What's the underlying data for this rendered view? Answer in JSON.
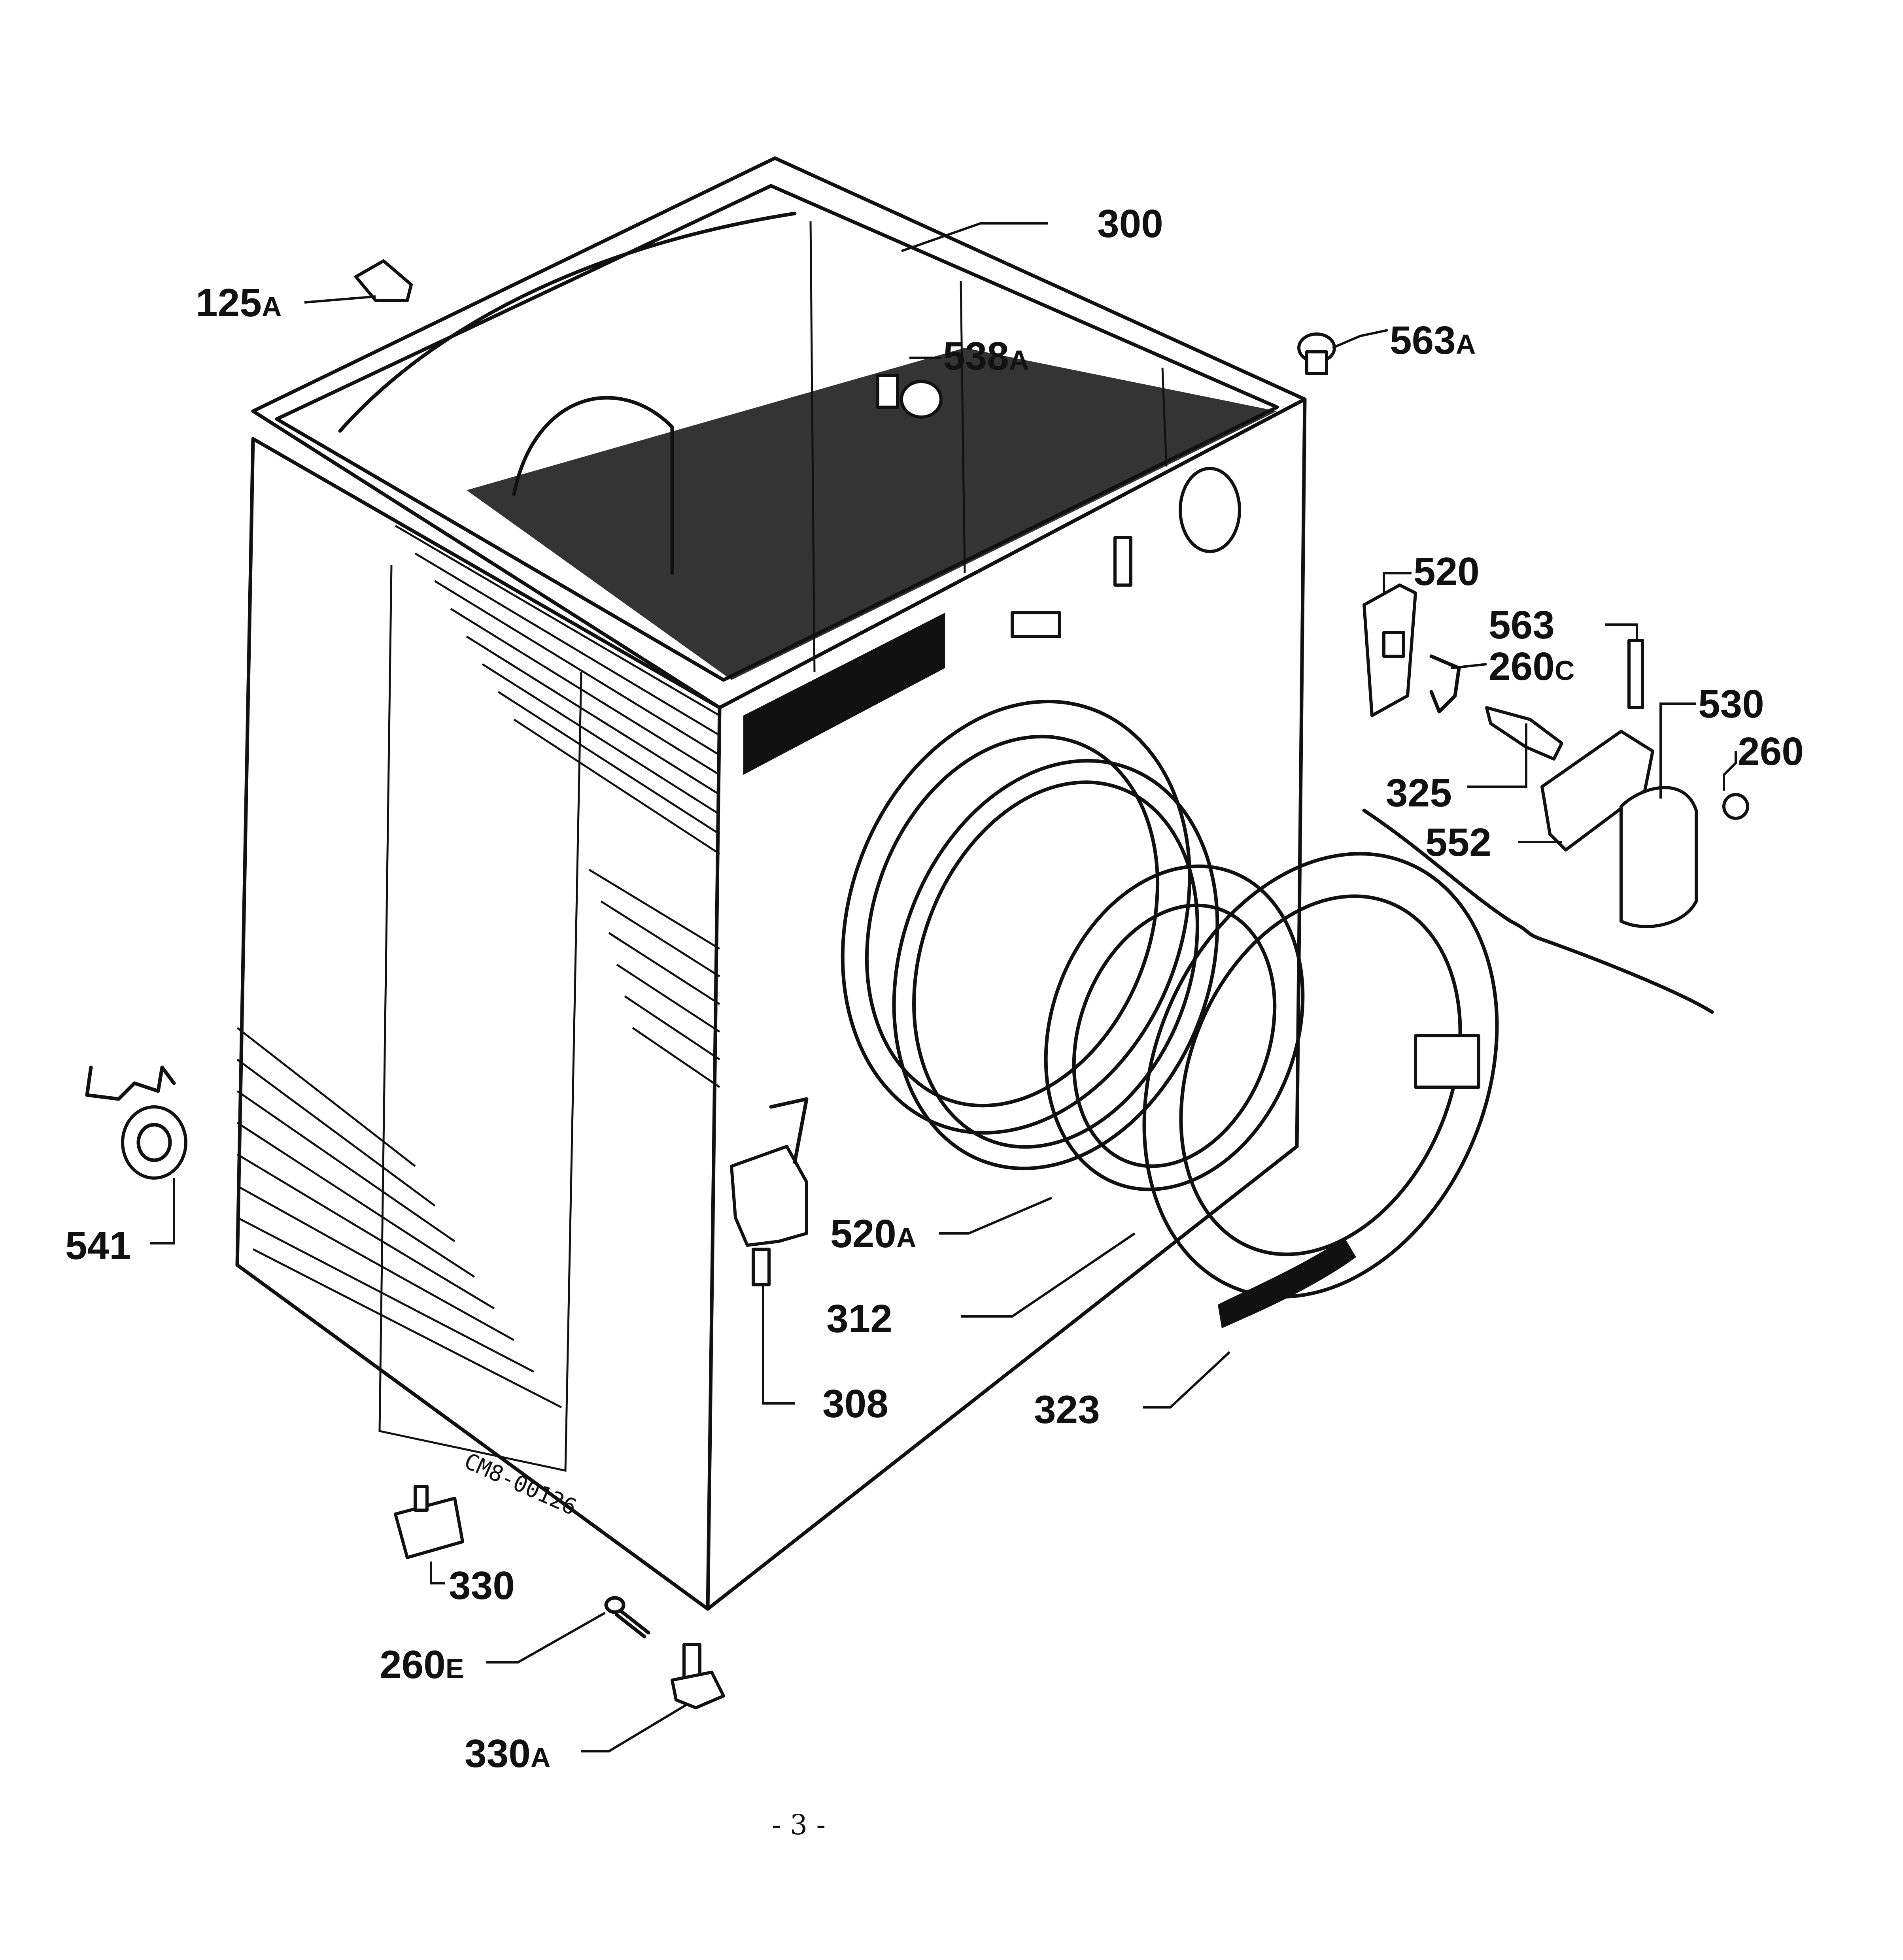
{
  "diagram": {
    "doc_code": "CM8-00126",
    "page_number": "- 3 -"
  },
  "parts": [
    {
      "id": "125A",
      "num": "125",
      "sfx": "A",
      "component_icon": "clip-icon"
    },
    {
      "id": "300",
      "num": "300",
      "sfx": "",
      "component_icon": "cabinet-icon"
    },
    {
      "id": "538A",
      "num": "538",
      "sfx": "A",
      "component_icon": "plug-icon"
    },
    {
      "id": "563A",
      "num": "563",
      "sfx": "A",
      "component_icon": "cap-icon"
    },
    {
      "id": "520",
      "num": "520",
      "sfx": "",
      "component_icon": "hinge-plate-icon"
    },
    {
      "id": "563",
      "num": "563",
      "sfx": "",
      "component_icon": "pin-icon"
    },
    {
      "id": "260C",
      "num": "260",
      "sfx": "C",
      "component_icon": "spring-clip-icon"
    },
    {
      "id": "530",
      "num": "530",
      "sfx": "",
      "component_icon": "lock-cover-icon"
    },
    {
      "id": "260",
      "num": "260",
      "sfx": "",
      "component_icon": "spring-icon"
    },
    {
      "id": "325",
      "num": "325",
      "sfx": "",
      "component_icon": "lever-icon"
    },
    {
      "id": "552",
      "num": "552",
      "sfx": "",
      "component_icon": "latch-plate-icon"
    },
    {
      "id": "541",
      "num": "541",
      "sfx": "",
      "component_icon": "bracket-icon"
    },
    {
      "id": "520A",
      "num": "520",
      "sfx": "A",
      "component_icon": "door-hinge-icon"
    },
    {
      "id": "312",
      "num": "312",
      "sfx": "",
      "component_icon": "door-glass-icon"
    },
    {
      "id": "308",
      "num": "308",
      "sfx": "",
      "component_icon": "hinge-pin-icon"
    },
    {
      "id": "323",
      "num": "323",
      "sfx": "",
      "component_icon": "door-ring-icon"
    },
    {
      "id": "330",
      "num": "330",
      "sfx": "",
      "component_icon": "foot-cap-icon"
    },
    {
      "id": "260E",
      "num": "260",
      "sfx": "E",
      "component_icon": "split-pin-icon"
    },
    {
      "id": "330A",
      "num": "330",
      "sfx": "A",
      "component_icon": "adjustable-foot-icon"
    }
  ]
}
